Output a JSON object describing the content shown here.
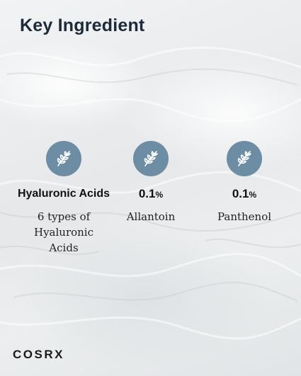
{
  "title": "Key Ingredient",
  "ingredients": [
    {
      "icon": "leaf-branch-icon",
      "name": "Hyaluronic Acids",
      "description": "6 types of Hyaluronic Acids"
    },
    {
      "icon": "leaf-branch-icon",
      "amount": "0.1",
      "unit": "%",
      "description": "Allantoin"
    },
    {
      "icon": "leaf-branch-icon",
      "amount": "0.1",
      "unit": "%",
      "description": "Panthenol"
    }
  ],
  "brand": "COSRX",
  "colors": {
    "icon_circle": "#6c8da3",
    "title": "#1c2a3a"
  }
}
